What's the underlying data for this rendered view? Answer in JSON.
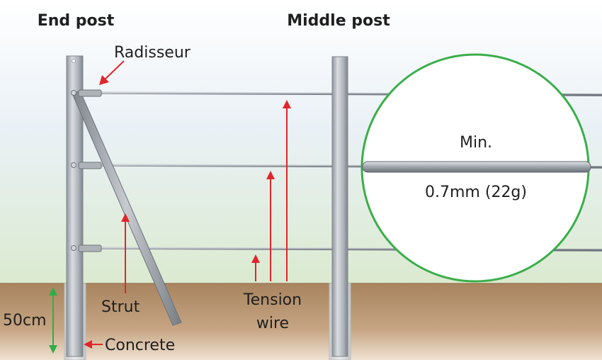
{
  "headings": {
    "end_post": "End post",
    "middle_post": "Middle post"
  },
  "labels": {
    "radisseur": "Radisseur",
    "strut": "Strut",
    "tension_wire_line1": "Tension",
    "tension_wire_line2": "wire",
    "depth": "50cm",
    "concrete": "Concrete"
  },
  "detail": {
    "min_label": "Min.",
    "gauge_label": "0.7mm (22g)"
  },
  "colors": {
    "callout_arrow": "#e0262b",
    "depth_arrow": "#2fae46",
    "detail_circle": "#3aae4a",
    "sky_top": "#e6eef4",
    "sky_bottom": "#dcead0",
    "ground": "#b08c69",
    "post": "#b7bcc3",
    "wire": "#9ea4ab"
  }
}
